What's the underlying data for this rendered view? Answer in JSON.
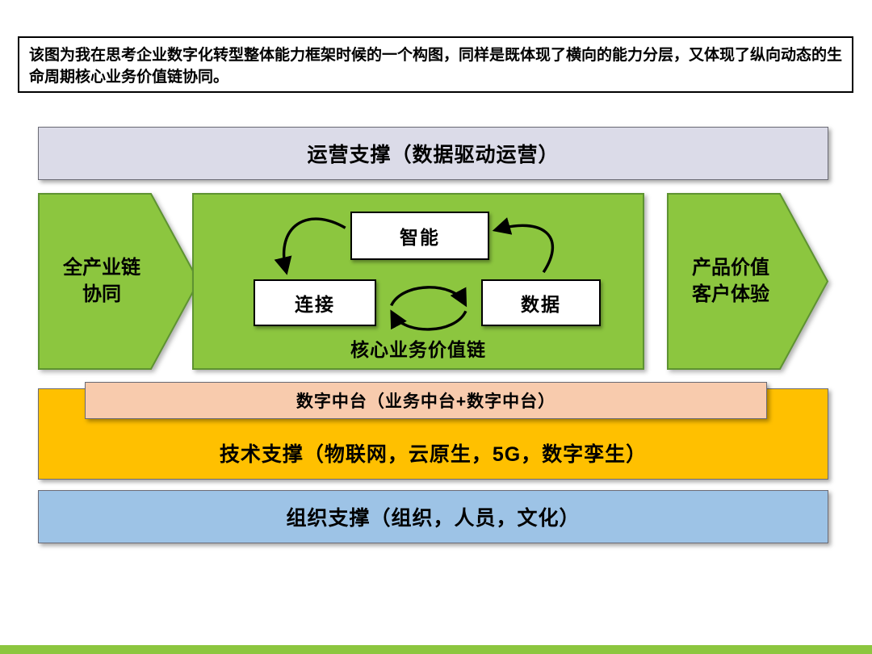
{
  "description": "该图为我在思考企业数字化转型整体能力框架时候的一个构图，同样是既体现了横向的能力分层，又体现了纵向动态的生命周期核心业务价值链协同。",
  "layers": {
    "operations": {
      "label": "运营支撑（数据驱动运营）"
    },
    "core": {
      "left_arrow": "全产业链\n协同",
      "right_arrow": "产品价值\n客户体验",
      "chain_label": "核心业务价值链",
      "nodes": {
        "top": "智能",
        "left": "连接",
        "right": "数据"
      }
    },
    "platform": {
      "label": "数字中台（业务中台+数字中台）"
    },
    "technology": {
      "label": "技术支撑（物联网，云原生，5G，数字孪生）"
    },
    "organization": {
      "label": "组织支撑（组织，人员，文化）"
    }
  },
  "colors": {
    "green": "#8CC63F",
    "green_border": "#5E9331",
    "gray_bar": "#DBDBE8",
    "orange_bar": "#FFC000",
    "peach_box": "#F8CBAD",
    "blue_bar": "#9DC3E6"
  }
}
